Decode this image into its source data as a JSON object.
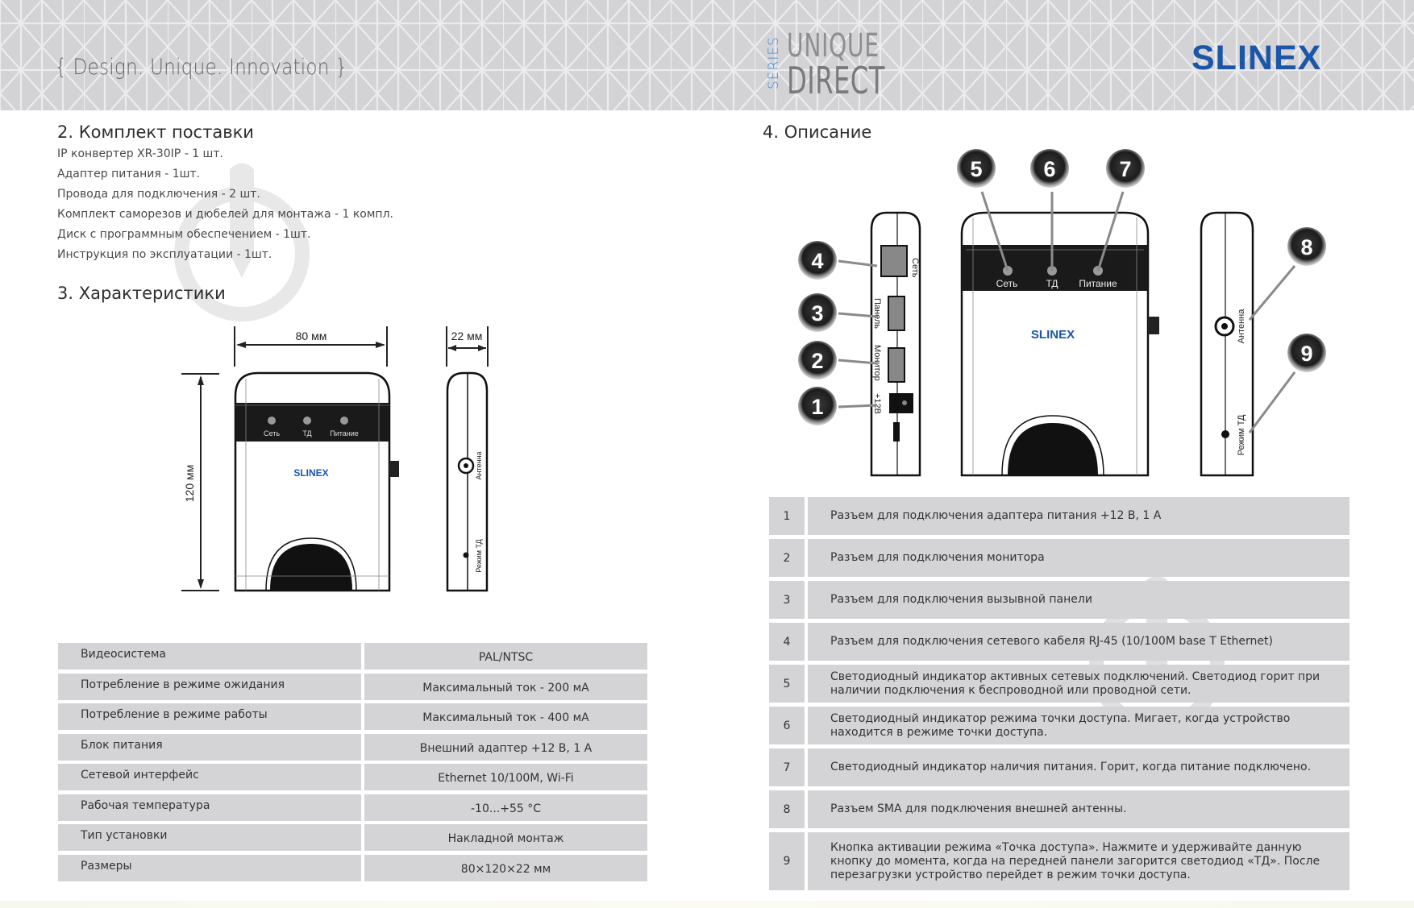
{
  "header": {
    "tagline": "{ Design. Unique. Innovation }",
    "series_label": "SERIES",
    "series_line1": "UNIQUE",
    "series_line2": "DIRECT",
    "brand": "SLINEX",
    "brand_color": "#1b56a8",
    "series_color": "#3a8ad6"
  },
  "kit": {
    "title": "2. Комплект поставки",
    "items": [
      "IP конвертер XR-30IP - 1 шт.",
      "Адаптер питания - 1шт.",
      "Провода для подключения - 2 шт.",
      "Комплект саморезов и дюбелей для монтажа - 1 компл.",
      "Диск с программным обеспечением - 1шт.",
      "Инструкция по эксплуатации - 1шт."
    ]
  },
  "specs": {
    "title": "3. Характеристики",
    "dimensions": {
      "width": "80 мм",
      "height": "120 мм",
      "depth": "22 мм"
    },
    "front_leds": [
      "Сеть",
      "ТД",
      "Питание"
    ],
    "device_logo": "SLINEX",
    "side_labels": {
      "antenna": "Антенна",
      "mode": "Режим ТД"
    },
    "rows": [
      {
        "key": "Видеосистема",
        "value": "PAL/NTSC"
      },
      {
        "key": "Потребление в режиме ожидания",
        "value": "Максимальный ток - 200 мА"
      },
      {
        "key": "Потребление в режиме работы",
        "value": "Максимальный ток - 400 мА"
      },
      {
        "key": "Блок питания",
        "value": "Внешний адаптер +12 В, 1 А"
      },
      {
        "key": "Сетевой интерфейс",
        "value": "Ethernet 10/100M, Wi-Fi"
      },
      {
        "key": "Рабочая температура",
        "value": "-10...+55 °C"
      },
      {
        "key": "Тип установки",
        "value": "Накладной монтаж"
      },
      {
        "key": "Размеры",
        "value": "80×120×22 мм"
      }
    ]
  },
  "description": {
    "title": "4. Описание",
    "left_side_labels": {
      "net": "Сеть",
      "panel": "Панель",
      "monitor": "Монитор",
      "power": "+12В"
    },
    "front_leds": [
      "Сеть",
      "ТД",
      "Питание"
    ],
    "device_logo": "SLINEX",
    "right_side_labels": {
      "antenna": "Антенна",
      "mode": "Режим ТД"
    },
    "callouts": [
      "1",
      "2",
      "3",
      "4",
      "5",
      "6",
      "7",
      "8",
      "9"
    ],
    "rows": [
      {
        "num": "1",
        "text": "Разъем для подключения адаптера питания +12 В, 1 А"
      },
      {
        "num": "2",
        "text": "Разъем для подключения монитора"
      },
      {
        "num": "3",
        "text": "Разъем для подключения вызывной панели"
      },
      {
        "num": "4",
        "text": "Разъем для подключения сетевого кабеля RJ-45 (10/100M base T Ethernet)"
      },
      {
        "num": "5",
        "text": "Светодиодный индикатор активных сетевых подключений. Светодиод горит при наличии подключения к беспроводной или проводной сети."
      },
      {
        "num": "6",
        "text": "Светодиодный индикатор режима точки доступа. Мигает, когда устройство находится в режиме точки доступа."
      },
      {
        "num": "7",
        "text": "Светодиодный индикатор наличия питания. Горит, когда питание подключено."
      },
      {
        "num": "8",
        "text": "Разъем SMA для подключения внешней антенны."
      },
      {
        "num": "9",
        "text": "Кнопка активации режима «Точка доступа». Нажмите и удерживайте данную кнопку до момента, когда на передней панели загорится светодиод «ТД». После перезагрузки устройство перейдет в режим точки доступа."
      }
    ]
  }
}
